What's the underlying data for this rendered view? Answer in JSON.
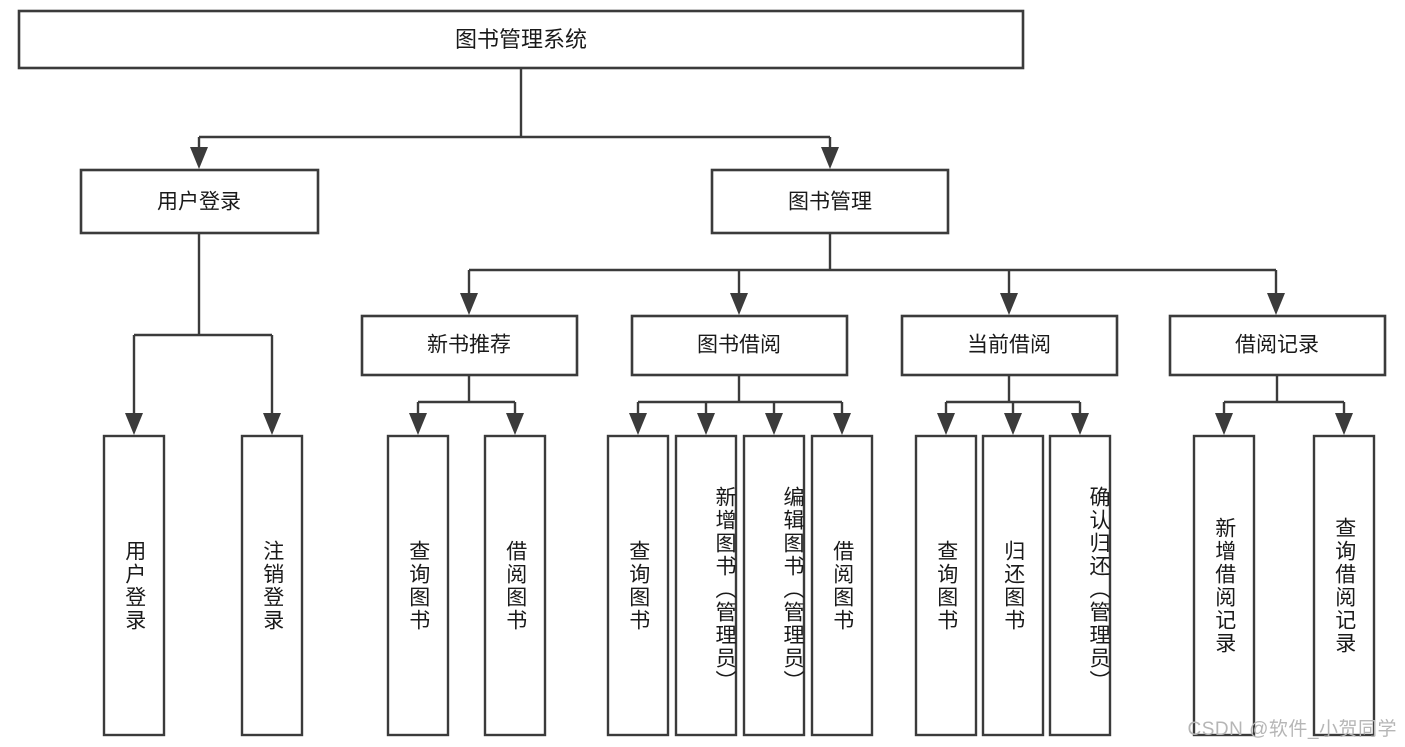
{
  "diagram": {
    "type": "tree-hierarchy",
    "title": "图书管理系统",
    "orientation": "top-down",
    "watermark": "CSDN @软件_小贺同学",
    "colors": {
      "stroke": "#3b3b3b",
      "fill": "#ffffff",
      "text": "#1a1a1a",
      "watermark": "#b6b6b6",
      "background": "#ffffff"
    },
    "root": {
      "label": "图书管理系统"
    },
    "level2": [
      {
        "label": "用户登录"
      },
      {
        "label": "图书管理"
      }
    ],
    "level3": [
      {
        "label": "新书推荐"
      },
      {
        "label": "图书借阅"
      },
      {
        "label": "当前借阅"
      },
      {
        "label": "借阅记录"
      }
    ],
    "leaves": {
      "user_login": [
        {
          "label": "用户登录"
        },
        {
          "label": "注销登录"
        }
      ],
      "new_book": [
        {
          "label": "查询图书"
        },
        {
          "label": "借阅图书"
        }
      ],
      "book_borrow": [
        {
          "label": "查询图书"
        },
        {
          "label": "新增图书（管理员）"
        },
        {
          "label": "编辑图书（管理员）"
        },
        {
          "label": "借阅图书"
        }
      ],
      "current_borrow": [
        {
          "label": "查询图书"
        },
        {
          "label": "归还图书"
        },
        {
          "label": "确认归还（管理员）"
        }
      ],
      "borrow_record": [
        {
          "label": "新增借阅记录"
        },
        {
          "label": "查询借阅记录"
        }
      ]
    }
  }
}
